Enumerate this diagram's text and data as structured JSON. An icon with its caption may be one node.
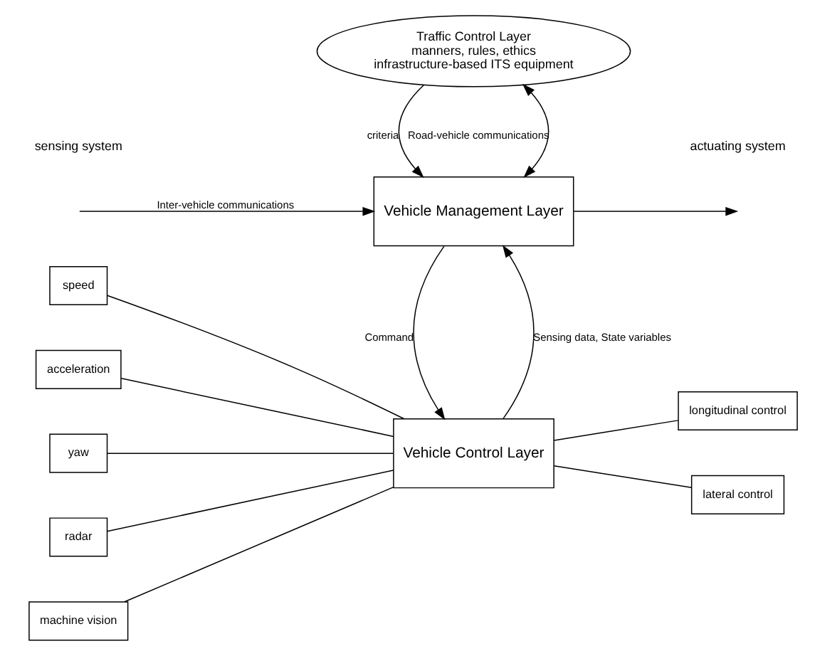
{
  "diagram": {
    "nodes": [
      {
        "text": [
          "Traffic Control Layer",
          "manners, rules, ethics",
          "infrastructure-based ITS equipment"
        ]
      },
      {
        "text": [
          "Vehicle Management Layer"
        ]
      },
      {
        "text": [
          "Vehicle Control Layer"
        ]
      },
      {
        "text": [
          "speed"
        ]
      },
      {
        "text": [
          "acceleration"
        ]
      },
      {
        "text": [
          "yaw"
        ]
      },
      {
        "text": [
          "radar"
        ]
      },
      {
        "text": [
          "machine vision"
        ]
      },
      {
        "text": [
          "longitudinal control"
        ]
      },
      {
        "text": [
          "lateral control"
        ]
      }
    ],
    "edges": [
      {
        "from": 1,
        "to": 0,
        "arrow": "both",
        "label": "Road-vehicle communications"
      },
      {
        "from": 0,
        "to": 1,
        "arrow": "to",
        "label": "criteria"
      },
      {
        "from": null,
        "to": 1,
        "arrow": "to",
        "label": "Inter-vehicle communications"
      },
      {
        "from": 1,
        "to": null,
        "arrow": "to"
      },
      {
        "from": 2,
        "to": 1,
        "arrow": "to",
        "label": "Sensing data, State variables"
      },
      {
        "from": 1,
        "to": 2,
        "arrow": "to",
        "label": "Command"
      },
      {
        "from": 3,
        "to": 2,
        "arrow": "none"
      },
      {
        "from": 4,
        "to": 2,
        "arrow": "none"
      },
      {
        "from": 5,
        "to": 2,
        "arrow": "none"
      },
      {
        "from": 6,
        "to": 2,
        "arrow": "none"
      },
      {
        "from": 7,
        "to": 2,
        "arrow": "none"
      },
      {
        "from": 2,
        "to": 8,
        "arrow": "none"
      },
      {
        "from": 2,
        "to": 9,
        "arrow": "none"
      }
    ],
    "labels": [
      "sensing system",
      "actuating system"
    ]
  }
}
